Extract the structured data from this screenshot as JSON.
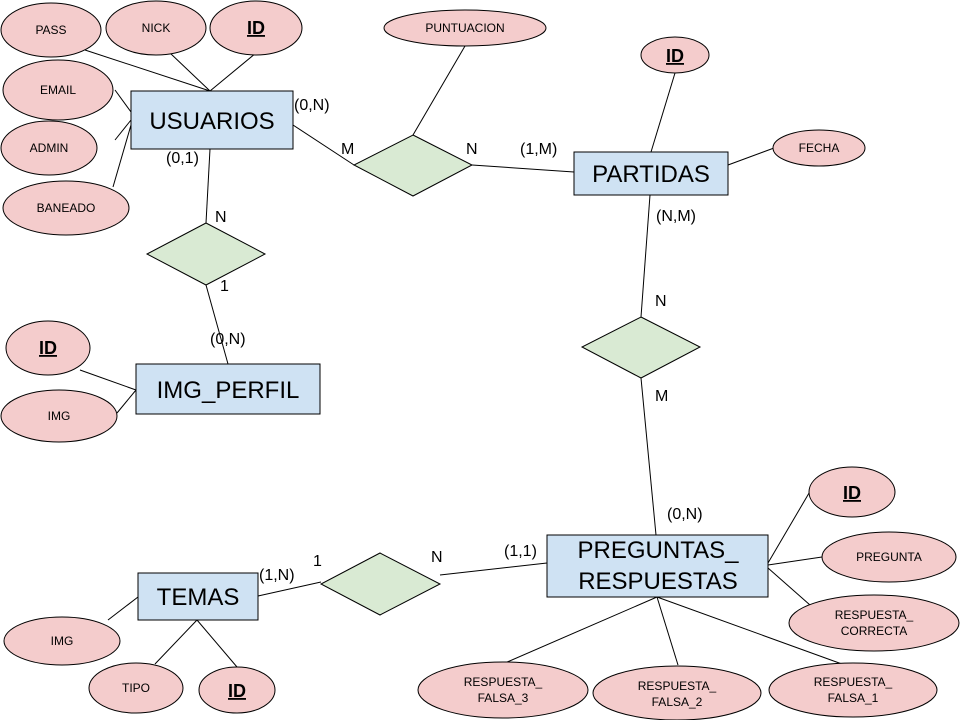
{
  "colors": {
    "entity_fill": "#cfe2f3",
    "attribute_fill": "#f4cccc",
    "relationship_fill": "#d9ead3",
    "stroke": "#000000"
  },
  "entities": {
    "usuarios": "USUARIOS",
    "partidas": "PARTIDAS",
    "img_perfil": "IMG_PERFIL",
    "temas": "TEMAS",
    "preguntas_line1": "PREGUNTAS_",
    "preguntas_line2": "RESPUESTAS"
  },
  "attributes": {
    "usuarios": {
      "pass": "PASS",
      "nick": "NICK",
      "id": "ID",
      "email": "EMAIL",
      "admin": "ADMIN",
      "baneado": "BANEADO"
    },
    "partidas": {
      "id": "ID",
      "fecha": "FECHA"
    },
    "juega": {
      "puntuacion": "PUNTUACION"
    },
    "img_perfil": {
      "id": "ID",
      "img": "IMG"
    },
    "temas": {
      "img": "IMG",
      "tipo": "TIPO",
      "id": "ID"
    },
    "preguntas": {
      "id": "ID",
      "pregunta": "PREGUNTA",
      "correcta_line1": "RESPUESTA_",
      "correcta_line2": "CORRECTA",
      "falsa1_line1": "RESPUESTA_",
      "falsa1_line2": "FALSA_1",
      "falsa2_line1": "RESPUESTA_",
      "falsa2_line2": "FALSA_2",
      "falsa3_line1": "RESPUESTA_",
      "falsa3_line2": "FALSA_3"
    }
  },
  "cardinalities": {
    "usuarios_partidas": "(0,N)",
    "partidas_usuarios": "(1,M)",
    "juega_m": "M",
    "juega_n": "N",
    "usuarios_img": "(0,1)",
    "img_n": "N",
    "img_1": "1",
    "img_usuarios": "(0,N)",
    "partidas_preguntas": "(N,M)",
    "contiene_n": "N",
    "contiene_m": "M",
    "preguntas_partidas": "(0,N)",
    "temas_preguntas": "(1,N)",
    "pertenece_1": "1",
    "pertenece_n": "N",
    "preguntas_temas": "(1,1)"
  }
}
